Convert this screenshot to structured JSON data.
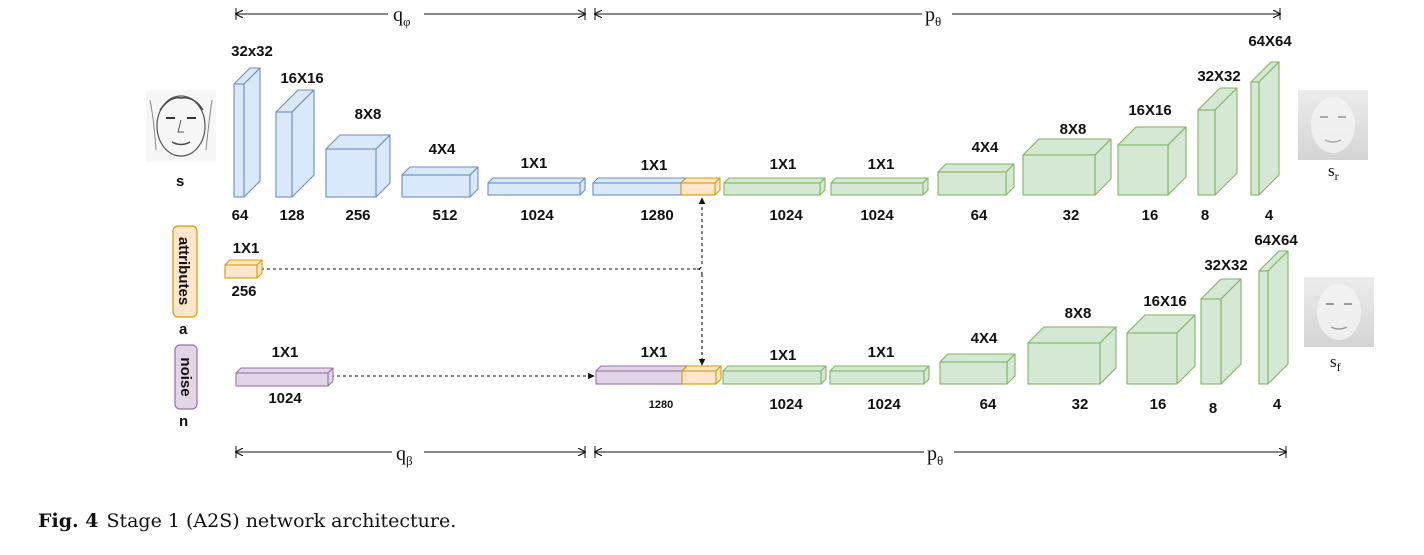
{
  "caption": {
    "fig": "Fig. 4",
    "text": "Stage 1 (A2S) network architecture."
  },
  "brackets": {
    "top_encoder": {
      "main": "q",
      "sub": "φ"
    },
    "top_decoder": {
      "main": "p",
      "sub": "θ"
    },
    "bottom_encoder": {
      "main": "q",
      "sub": "β"
    },
    "bottom_decoder": {
      "main": "p",
      "sub": "θ"
    }
  },
  "inputs": {
    "sketch": "s",
    "attributes_box": "attributes",
    "attributes_var": "a",
    "noise_box": "noise",
    "noise_var": "n"
  },
  "outputs": {
    "real": {
      "main": "s",
      "sub": "r"
    },
    "fake": {
      "main": "s",
      "sub": "f"
    }
  },
  "top_encoder_blocks": [
    {
      "size": "32x32",
      "channels": "64"
    },
    {
      "size": "16X16",
      "channels": "128"
    },
    {
      "size": "8X8",
      "channels": "256"
    },
    {
      "size": "4X4",
      "channels": "512"
    },
    {
      "size": "1X1",
      "channels": "1024"
    }
  ],
  "top_concat": {
    "size": "1X1",
    "channels": "1280"
  },
  "top_decoder_blocks": [
    {
      "size": "1X1",
      "channels": "1024"
    },
    {
      "size": "1X1",
      "channels": "1024"
    },
    {
      "size": "4X4",
      "channels": "64"
    },
    {
      "size": "8X8",
      "channels": "32"
    },
    {
      "size": "16X16",
      "channels": "16"
    },
    {
      "size": "32X32",
      "channels": "8"
    },
    {
      "size": "64X64",
      "channels": "4"
    }
  ],
  "attribute_block": {
    "size": "1X1",
    "channels": "256"
  },
  "noise_block": {
    "size": "1X1",
    "channels": "1024"
  },
  "bottom_concat": {
    "size": "1X1",
    "channels": "1280"
  },
  "bottom_decoder_blocks": [
    {
      "size": "1X1",
      "channels": "1024"
    },
    {
      "size": "1X1",
      "channels": "1024"
    },
    {
      "size": "4X4",
      "channels": "64"
    },
    {
      "size": "8X8",
      "channels": "32"
    },
    {
      "size": "16X16",
      "channels": "16"
    },
    {
      "size": "32X32",
      "channels": "8"
    },
    {
      "size": "64X64",
      "channels": "4"
    }
  ],
  "colors": {
    "encoder_fill": "#dae8fc",
    "encoder_stroke": "#6c8ebf",
    "decoder_fill": "#d5e8d4",
    "decoder_stroke": "#82b366",
    "attribute_fill": "#ffe6cc",
    "attribute_stroke": "#d79b00",
    "noise_fill": "#e1d5e7",
    "noise_stroke": "#9673a6"
  }
}
